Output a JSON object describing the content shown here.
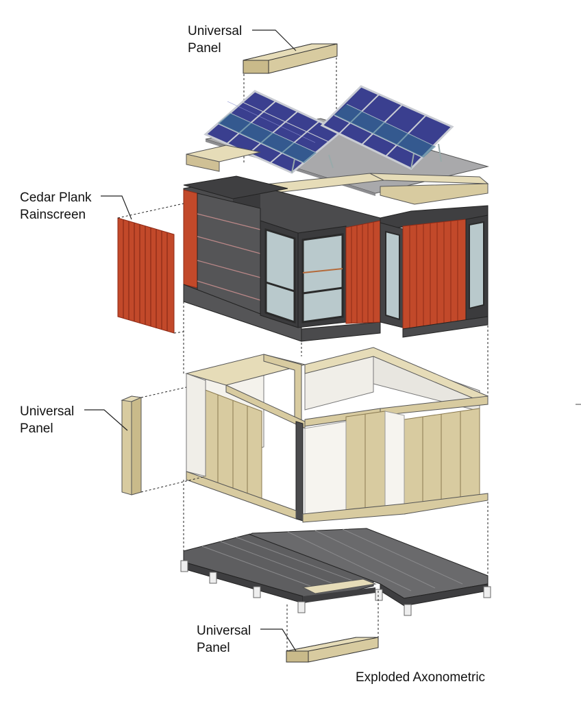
{
  "labels": {
    "top_panel": {
      "line1": "Universal",
      "line2": "Panel"
    },
    "cedar": {
      "line1": "Cedar Plank",
      "line2": "Rainscreen"
    },
    "wall_panel": {
      "line1": "Universal",
      "line2": "Panel"
    },
    "floor_panel": {
      "line1": "Universal",
      "line2": "Panel"
    }
  },
  "caption": "Exploded Axonometric",
  "colors": {
    "cedar": "#c2492a",
    "cedar_dark": "#8e2a16",
    "wall_dark": "#4b4b4d",
    "plywood": "#d8cba0",
    "plywood_edge": "#b9a878",
    "solar": "#3a3f8f",
    "solar_frame": "#c9ccd3",
    "glass": "#b9c9cc",
    "floor": "#5e5e60",
    "roof_membrane": "#a9a9ab"
  }
}
